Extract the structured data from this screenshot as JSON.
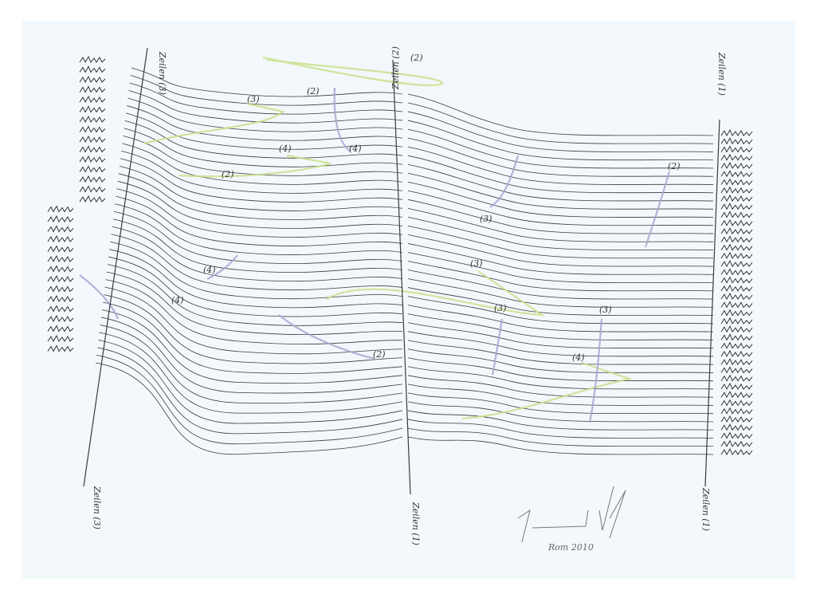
{
  "artwork": {
    "axis_labels": {
      "left_top": "Zeilen (3)",
      "left_bottom": "Zeilen (3)",
      "middle_top": "Zeilen (2)",
      "middle_bottom": "Zeilen (1)",
      "right_top": "Zeilen (1)",
      "right_bottom": "Zeilen (1)"
    },
    "annotations": [
      "(2)",
      "(3)",
      "(4)",
      "(2)",
      "(4)",
      "(2)",
      "(3)",
      "(4)",
      "(4)",
      "(3)",
      "(3)",
      "(3)",
      "(2)",
      "(4)",
      "(2)"
    ],
    "signature": "Rom 2010",
    "colors": {
      "paper": "#f3f8fc",
      "ink": "#3a3a3a",
      "green": "#c8e08a",
      "violet": "#a9a6d0"
    }
  }
}
